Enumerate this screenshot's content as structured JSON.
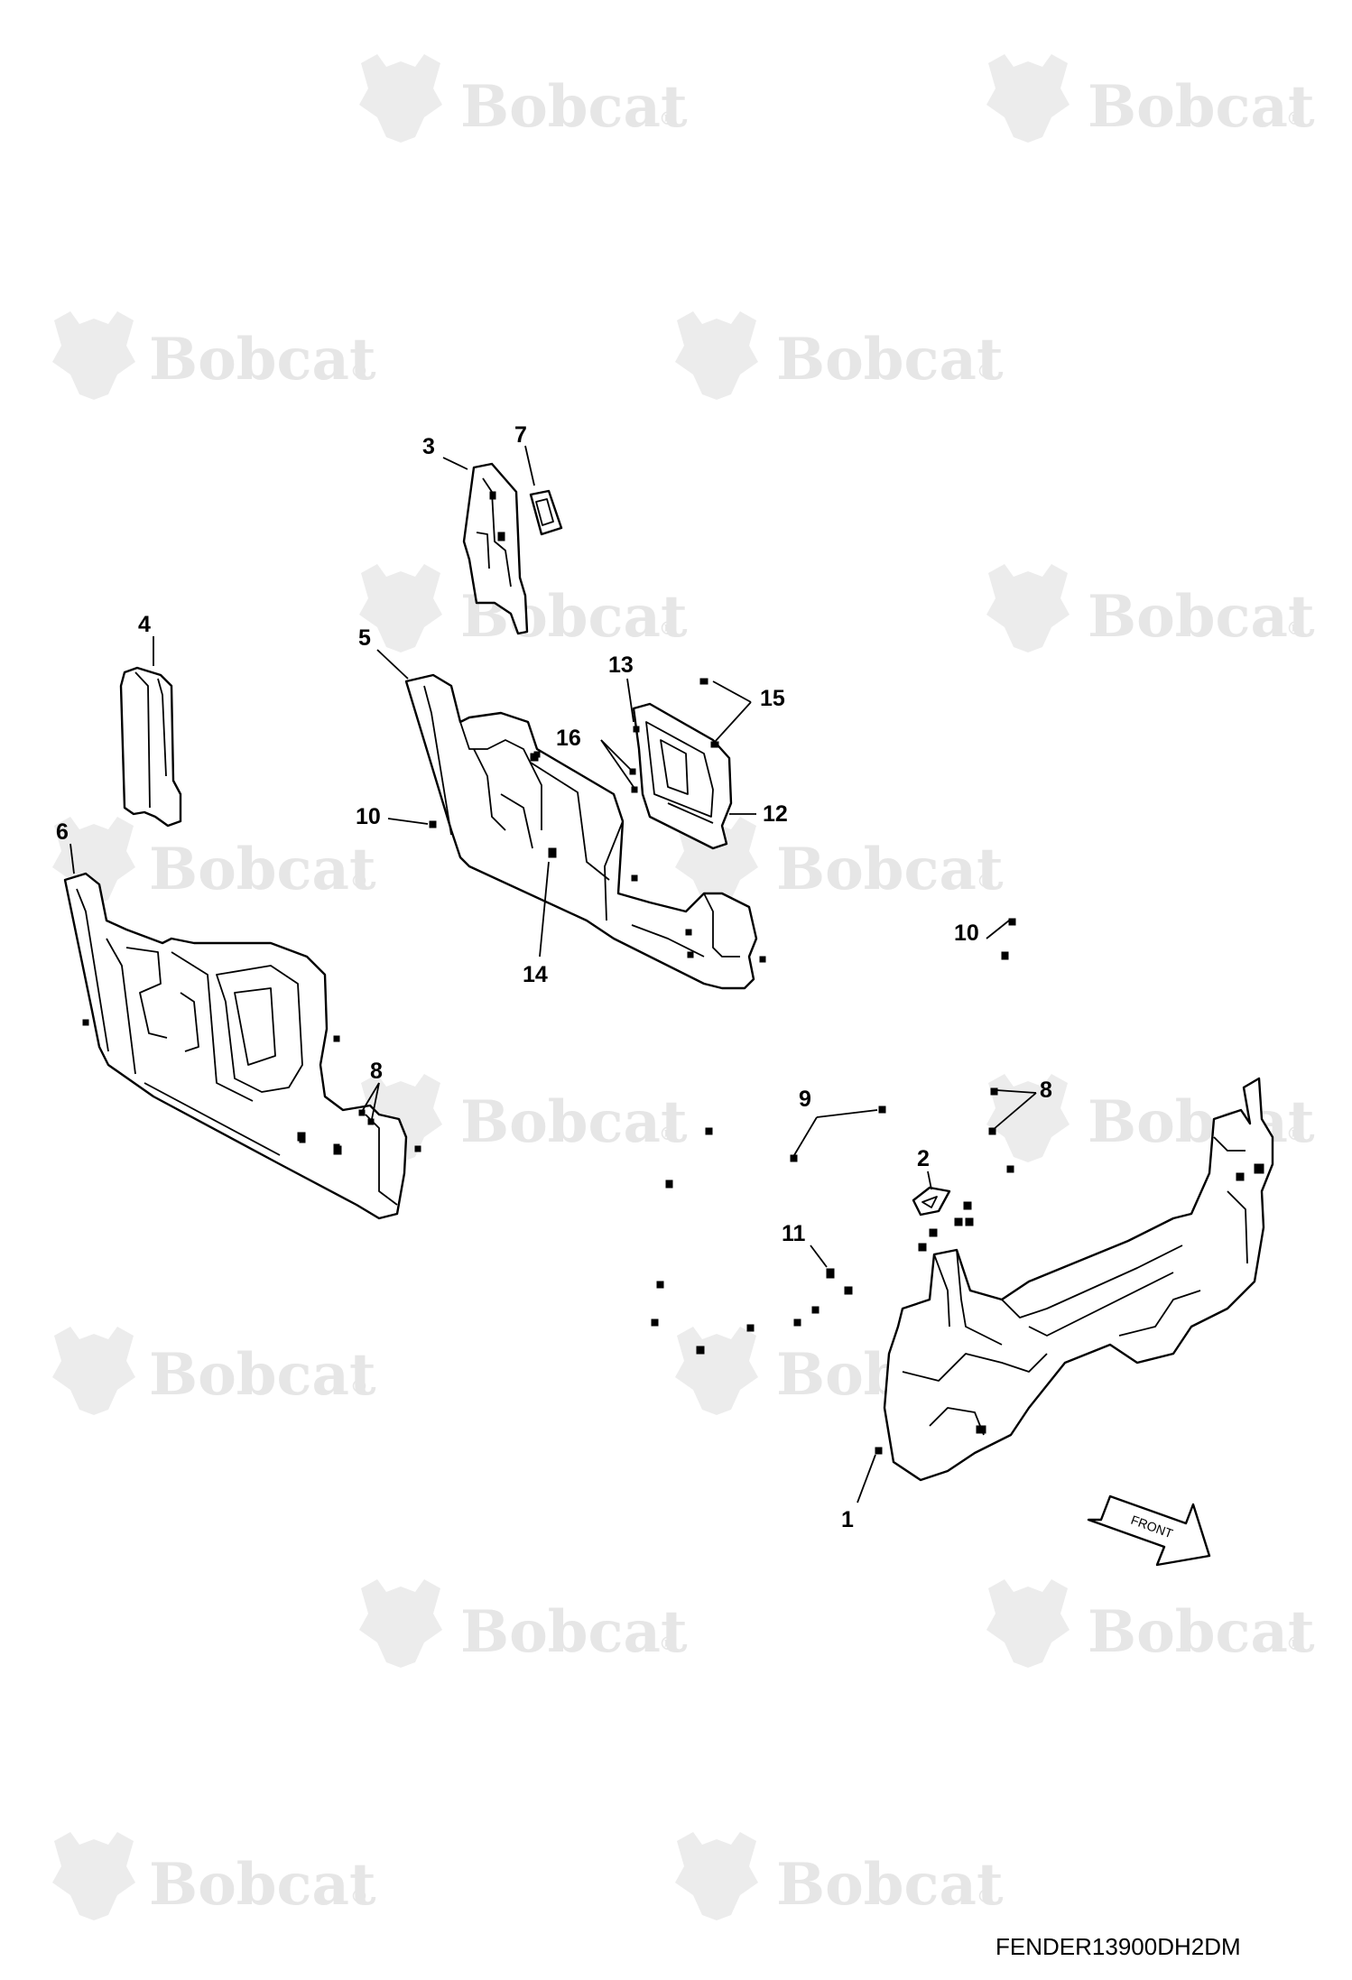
{
  "watermark": {
    "brand": "Bobcat",
    "reg_mark": "®"
  },
  "callouts": [
    "1",
    "2",
    "3",
    "4",
    "5",
    "6",
    "7",
    "8",
    "9",
    "9",
    "10",
    "10",
    "11",
    "12",
    "13",
    "14",
    "15",
    "16"
  ],
  "front_label": "FRONT",
  "drawing_code": "FENDER13900DH2DM"
}
